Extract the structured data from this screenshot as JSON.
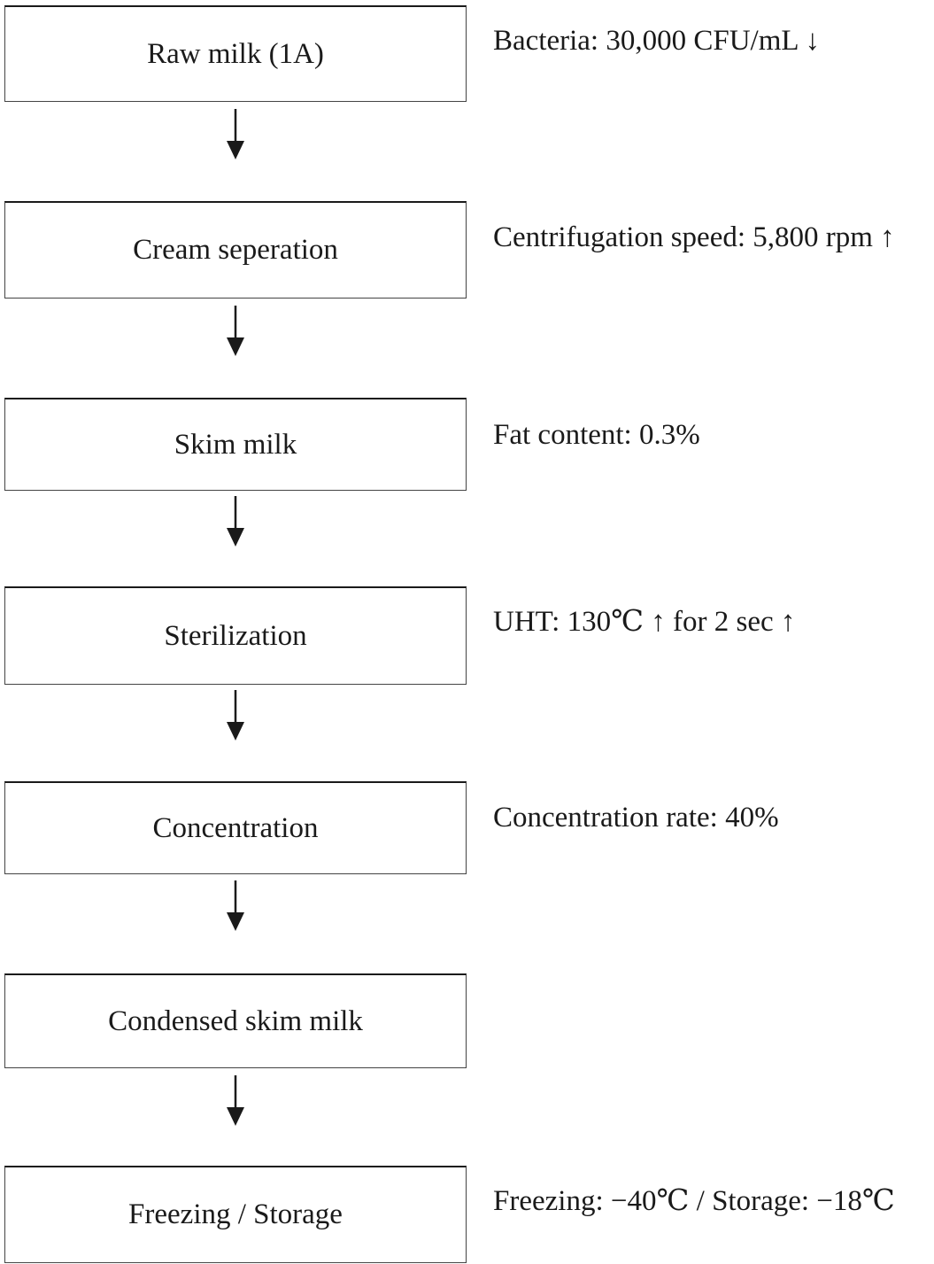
{
  "steps": [
    {
      "label": "Raw milk (1A)",
      "note": "Bacteria: 30,000 CFU/mL ↓"
    },
    {
      "label": "Cream seperation",
      "note": "Centrifugation speed: 5,800 rpm ↑"
    },
    {
      "label": "Skim milk",
      "note": "Fat content: 0.3%"
    },
    {
      "label": "Sterilization",
      "note": "UHT: 130℃ ↑ for 2 sec ↑"
    },
    {
      "label": "Concentration",
      "note": "Concentration rate: 40%"
    },
    {
      "label": "Condensed skim milk",
      "note": ""
    },
    {
      "label": "Freezing / Storage",
      "note": "Freezing: −40℃ / Storage: −18℃"
    }
  ]
}
